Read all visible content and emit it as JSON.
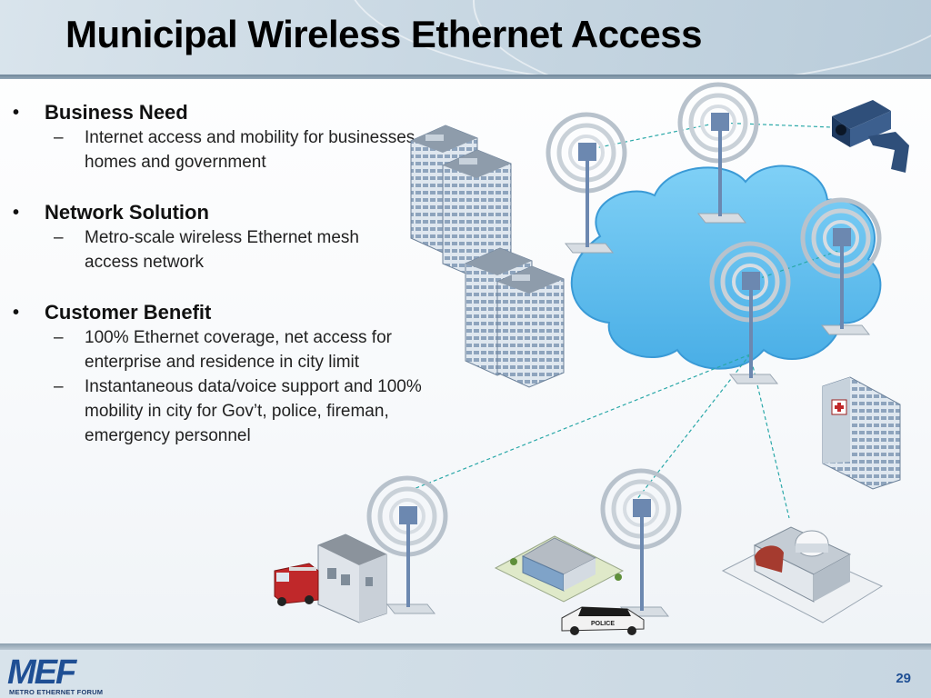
{
  "slide": {
    "title": "Municipal Wireless Ethernet Access",
    "page_number": "29"
  },
  "bullets": [
    {
      "heading": "Business Need",
      "items": [
        "Internet access and mobility for businesses, homes and government"
      ]
    },
    {
      "heading": "Network Solution",
      "items": [
        "Metro-scale wireless Ethernet mesh access network"
      ]
    },
    {
      "heading": "Customer Benefit",
      "items": [
        "100% Ethernet coverage, net access for enterprise and residence in city limit",
        "Instantaneous data/voice support and 100% mobility in city for Gov’t, police, fireman, emergency personnel"
      ]
    }
  ],
  "bullet_marker": "•",
  "sub_marker": "–",
  "logo": {
    "letters": "MEF",
    "subtitle": "METRO ETHERNET FORUM"
  },
  "vehicle_labels": {
    "police": "POLICE"
  },
  "colors": {
    "cloud": "#5cbef0",
    "link_dashed": "#2aa8a8",
    "logo_blue": "#1f4f94",
    "fire_truck": "#c0282a"
  },
  "icons": [
    "bullet-dot-icon",
    "cloud-icon",
    "wireless-tower-icon",
    "office-building-icon",
    "security-camera-icon",
    "hospital-icon",
    "fire-station-icon",
    "fire-truck-icon",
    "police-station-icon",
    "police-car-icon",
    "observatory-building-icon"
  ]
}
